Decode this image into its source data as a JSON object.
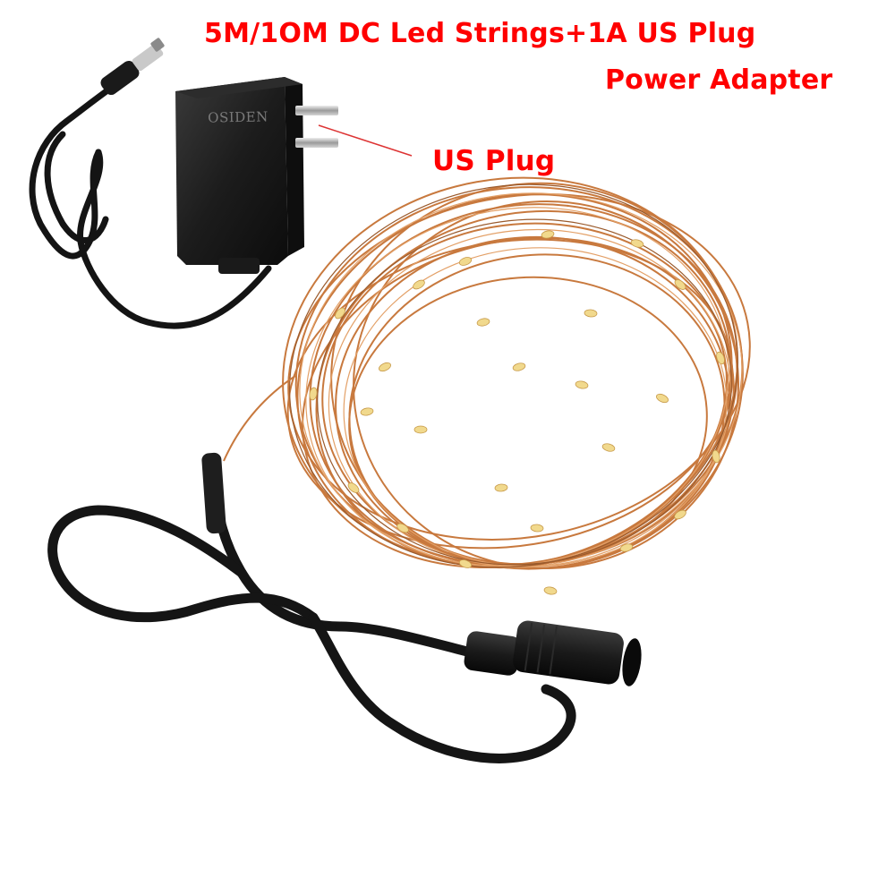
{
  "captions": {
    "headline_line1": "5M/1OM DC Led Strings+1A US Plug",
    "headline_line2": "Power Adapter",
    "callout": "US Plug"
  },
  "adapter": {
    "brand": "OSIDEN"
  },
  "colors": {
    "caption": "#ff0000",
    "copper_wire": "#c8793e",
    "led": "#f1d98d",
    "cable": "#151515",
    "adapter_body": "#1c1c1c"
  }
}
